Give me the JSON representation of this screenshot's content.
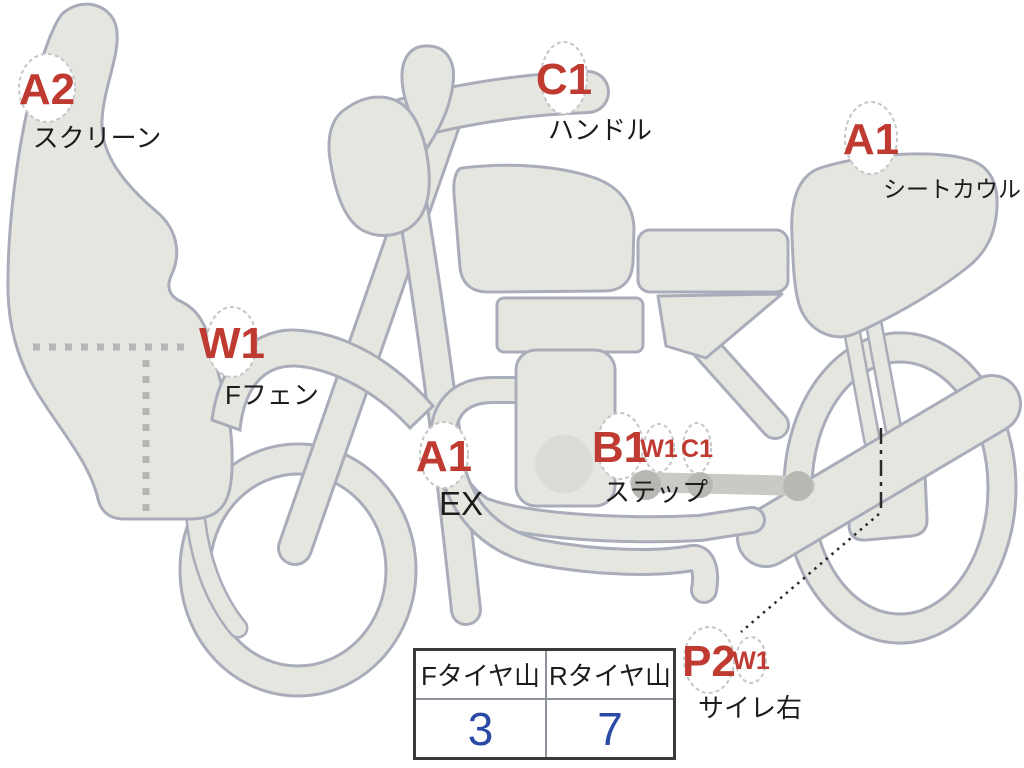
{
  "diagram_title": "motorcycle-condition-diagram",
  "colors": {
    "background": "#ffffff",
    "body_fill": "#e6e6e1",
    "body_outline": "#a9adba",
    "seam_gray": "#b6b6b6",
    "label_red": "#bf3a30",
    "caption_black": "#1c1c1c",
    "value_blue": "#2b4aa5",
    "table_border": "#3a3a3a"
  },
  "labels": {
    "screen": {
      "code": "A2",
      "caption": "スクリーン"
    },
    "handlebar": {
      "code": "C1",
      "caption": "ハンドル"
    },
    "seat_cowl": {
      "code": "A1",
      "caption": "シートカウル"
    },
    "front_fender": {
      "code": "W1",
      "caption": "Fフェン"
    },
    "exhaust": {
      "code": "A1",
      "caption": "EX"
    },
    "step": {
      "code": "B1",
      "code2": "W1",
      "code3": "C1",
      "caption": "ステップ"
    },
    "silencer_right": {
      "code": "P2",
      "code2": "W1",
      "caption": "サイレ右"
    }
  },
  "tire_table": {
    "front_header": "Fタイヤ山",
    "rear_header": "Rタイヤ山",
    "front_value": "3",
    "rear_value": "7"
  }
}
